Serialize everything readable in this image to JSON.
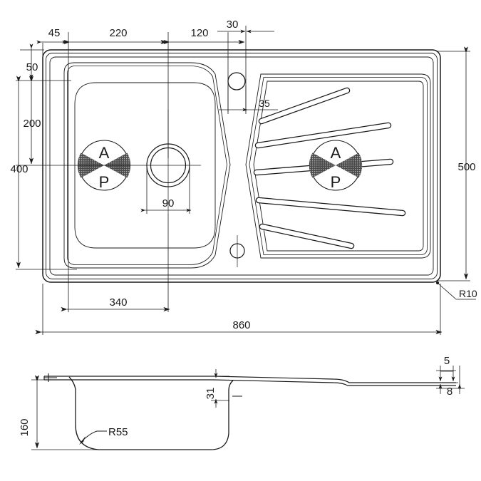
{
  "drawing": {
    "title": "Kitchen sink technical drawing",
    "units": "mm",
    "line_color": "#1a1a1a",
    "hatch_color": "#3c3c3c",
    "background": "#ffffff"
  },
  "plan_view": {
    "name": "plan-view",
    "dimensions": {
      "top": [
        {
          "id": "dim-45",
          "label": "45"
        },
        {
          "id": "dim-220",
          "label": "220"
        },
        {
          "id": "dim-120",
          "label": "120"
        },
        {
          "id": "dim-30",
          "label": "30"
        }
      ],
      "left": [
        {
          "id": "dim-50",
          "label": "50"
        },
        {
          "id": "dim-200",
          "label": "200"
        },
        {
          "id": "dim-400",
          "label": "400"
        }
      ],
      "right": [
        {
          "id": "dim-500",
          "label": "500"
        }
      ],
      "bottom": [
        {
          "id": "dim-340",
          "label": "340"
        },
        {
          "id": "dim-860",
          "label": "860"
        }
      ],
      "internal": [
        {
          "id": "dim-90",
          "label": "90"
        },
        {
          "id": "dim-35",
          "label": "35"
        }
      ],
      "radii": [
        {
          "id": "radius-r10",
          "label": "R10"
        }
      ]
    },
    "markers": [
      {
        "id": "ap-marker-bowl",
        "top_letter": "A",
        "bottom_letter": "P"
      },
      {
        "id": "ap-marker-drainer",
        "top_letter": "A",
        "bottom_letter": "P"
      }
    ]
  },
  "section_view": {
    "name": "section-view",
    "dimensions": {
      "left": [
        {
          "id": "dim-160",
          "label": "160"
        }
      ],
      "internal": [
        {
          "id": "dim-31",
          "label": "31"
        }
      ],
      "right": [
        {
          "id": "dim-5",
          "label": "5"
        },
        {
          "id": "dim-8",
          "label": "8"
        }
      ],
      "radii": [
        {
          "id": "radius-r55",
          "label": "R55"
        }
      ]
    }
  }
}
